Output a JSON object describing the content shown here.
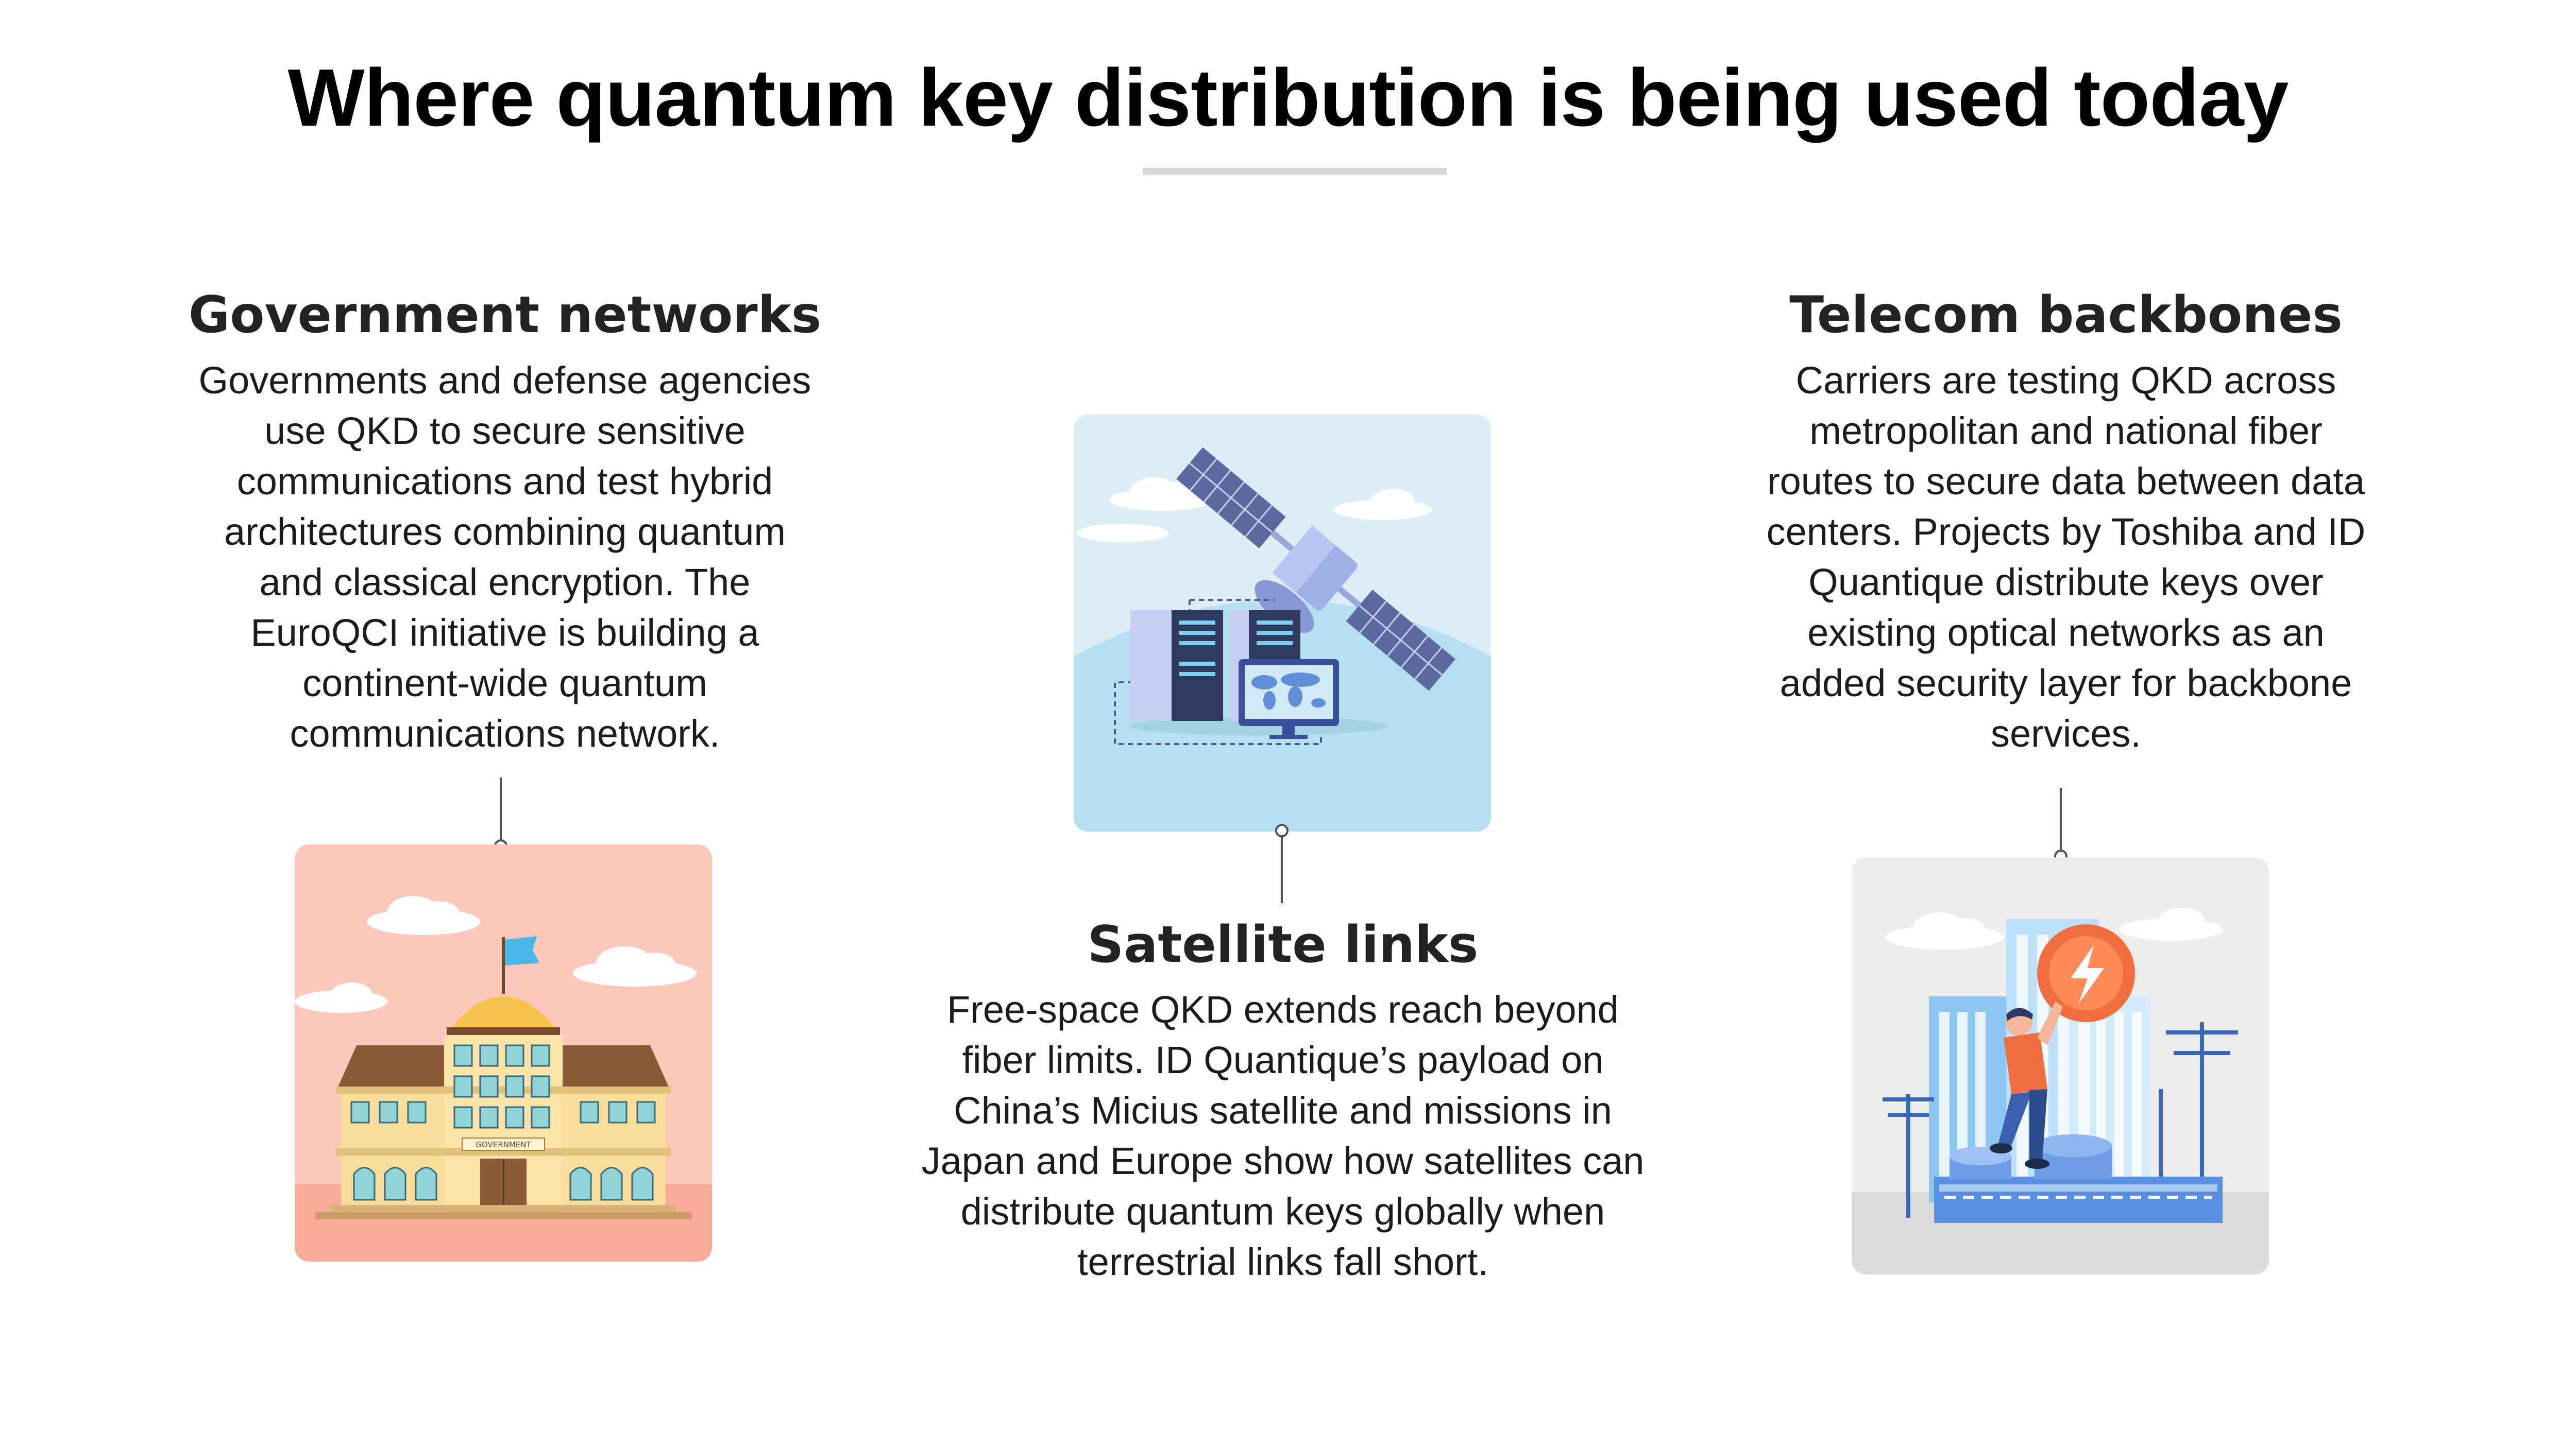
{
  "title": "Where quantum key distribution is being used today",
  "sections": [
    {
      "heading": "Government networks",
      "lines": [
        "Governments and defense agencies",
        "use QKD to secure sensitive",
        "communications and test hybrid",
        "architectures combining quantum",
        "and classical encryption. The",
        "EuroQCI initiative is building a",
        "continent-wide quantum",
        "communications network."
      ],
      "illustration": "government-building-icon",
      "building_sign": "GOVERNMENT"
    },
    {
      "heading": "Satellite links",
      "lines": [
        "Free-space QKD extends reach beyond",
        "fiber limits. ID Quantique’s payload on",
        "China’s Micius satellite and missions in",
        "Japan and Europe show how satellites can",
        "distribute quantum keys globally when",
        "terrestrial links fall short."
      ],
      "illustration": "satellite-datacenter-icon"
    },
    {
      "heading": "Telecom backbones",
      "lines": [
        "Carriers are testing QKD across",
        "metropolitan and national fiber",
        "routes to secure data between data",
        "centers. Projects by Toshiba and ID",
        "Quantique distribute keys over",
        "existing optical networks as an",
        "added security layer for backbone",
        "services."
      ],
      "illustration": "telecom-energy-icon"
    }
  ],
  "colors": {
    "government_bg": "#fbc8bb",
    "satellite_bg": "#bfe3ef",
    "telecom_bg": "#ededed",
    "connector": "#4a5560"
  }
}
